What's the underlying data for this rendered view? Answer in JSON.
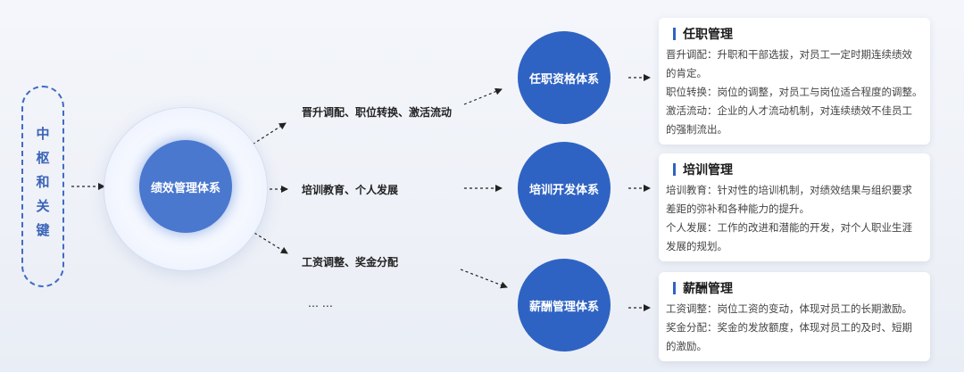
{
  "pill": {
    "text": "中枢和关键"
  },
  "center": {
    "label": "绩效管理体系"
  },
  "mid_labels": [
    "晋升调配、职位转换、激活流动",
    "培训教育、个人发展",
    "工资调整、奖金分配",
    "…  …"
  ],
  "systems": [
    "任职资格体系",
    "培训开发体系",
    "薪酬管理体系"
  ],
  "cards": [
    {
      "title": "任职管理",
      "lines": [
        "晋升调配：升职和干部选拔，对员工一定时期连续绩效",
        "的肯定。",
        "职位转换：岗位的调整，对员工与岗位适合程度的调整。",
        "激活流动：企业的人才流动机制，对连续绩效不佳员工",
        "的强制流出。"
      ]
    },
    {
      "title": "培训管理",
      "lines": [
        "培训教育：针对性的培训机制，对绩效结果与组织要求",
        "差距的弥补和各种能力的提升。",
        "个人发展：工作的改进和潜能的开发，对个人职业生涯",
        "发展的规划。"
      ]
    },
    {
      "title": "薪酬管理",
      "lines": [
        "工资调整：岗位工资的变动，体现对员工的长期激励。",
        "奖金分配：奖金的发放额度，体现对员工的及时、短期",
        "的激励。"
      ]
    }
  ],
  "colors": {
    "primary": "#2f63c3",
    "center": "#4a78cf",
    "pill_border": "#3f6cc4"
  }
}
